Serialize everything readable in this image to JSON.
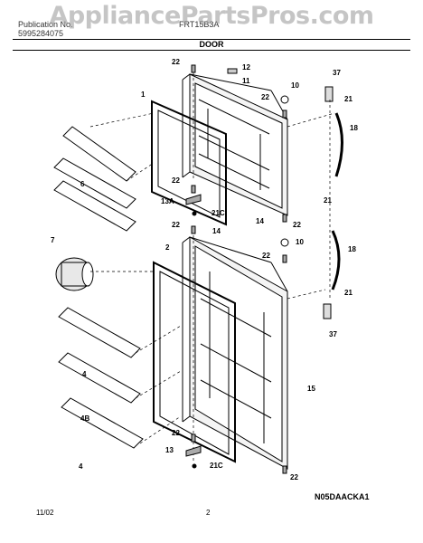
{
  "watermark": "AppliancePartsPros.com",
  "header": {
    "publication_label": "Publication No.",
    "publication_value": "5995284075",
    "model_label": "FRT15B3A",
    "section_title": "DOOR"
  },
  "callouts": {
    "c22a": "22",
    "c12": "12",
    "c11": "11",
    "c1": "1",
    "c37a": "37",
    "c10a": "10",
    "c22b": "22",
    "c21a": "21",
    "c18a": "18",
    "c6": "6",
    "c22c": "22",
    "c13a": "13A",
    "c21c_a": "21C",
    "c21b": "21",
    "c22d": "22",
    "c14a": "14",
    "c14b": "14",
    "c22e": "22",
    "c7": "7",
    "c2": "2",
    "c10b": "10",
    "c22f": "22",
    "c18b": "18",
    "c21d": "21",
    "c37b": "37",
    "c4a": "4",
    "c4b": "4B",
    "c4c": "4",
    "c15": "15",
    "c22g": "22",
    "c13": "13",
    "c21c_b": "21C",
    "c22h": "22"
  },
  "footer": {
    "date": "11/02",
    "page": "2",
    "diagram_code": "N05DAACKA1"
  }
}
